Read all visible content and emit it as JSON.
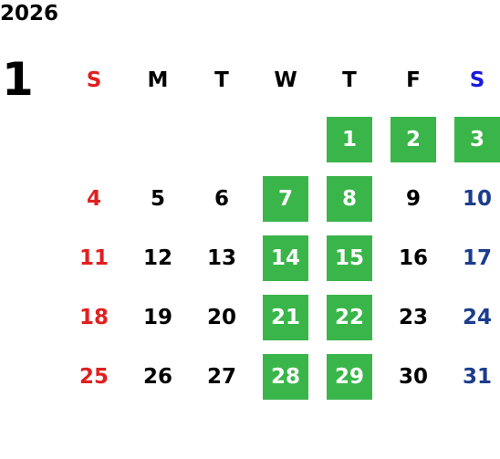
{
  "calendar": {
    "year": "2026",
    "month": "1",
    "weekdays": [
      "S",
      "M",
      "T",
      "W",
      "T",
      "F",
      "S"
    ],
    "weeks": [
      [
        null,
        null,
        null,
        null,
        {
          "day": "1",
          "hl": true
        },
        {
          "day": "2",
          "hl": true
        },
        {
          "day": "3",
          "hl": true
        }
      ],
      [
        {
          "day": "4",
          "hl": false
        },
        {
          "day": "5",
          "hl": false
        },
        {
          "day": "6",
          "hl": false
        },
        {
          "day": "7",
          "hl": true
        },
        {
          "day": "8",
          "hl": true
        },
        {
          "day": "9",
          "hl": false
        },
        {
          "day": "10",
          "hl": false
        }
      ],
      [
        {
          "day": "11",
          "hl": false
        },
        {
          "day": "12",
          "hl": false
        },
        {
          "day": "13",
          "hl": false
        },
        {
          "day": "14",
          "hl": true
        },
        {
          "day": "15",
          "hl": true
        },
        {
          "day": "16",
          "hl": false
        },
        {
          "day": "17",
          "hl": false
        }
      ],
      [
        {
          "day": "18",
          "hl": false
        },
        {
          "day": "19",
          "hl": false
        },
        {
          "day": "20",
          "hl": false
        },
        {
          "day": "21",
          "hl": true
        },
        {
          "day": "22",
          "hl": true
        },
        {
          "day": "23",
          "hl": false
        },
        {
          "day": "24",
          "hl": false
        }
      ],
      [
        {
          "day": "25",
          "hl": false
        },
        {
          "day": "26",
          "hl": false
        },
        {
          "day": "27",
          "hl": false
        },
        {
          "day": "28",
          "hl": true
        },
        {
          "day": "29",
          "hl": true
        },
        {
          "day": "30",
          "hl": false
        },
        {
          "day": "31",
          "hl": false
        }
      ]
    ],
    "colors": {
      "highlight": "#3ab54a",
      "sunday": "#e02020",
      "saturday": "#1c3c8c",
      "saturday_header": "#1a1adc"
    }
  }
}
